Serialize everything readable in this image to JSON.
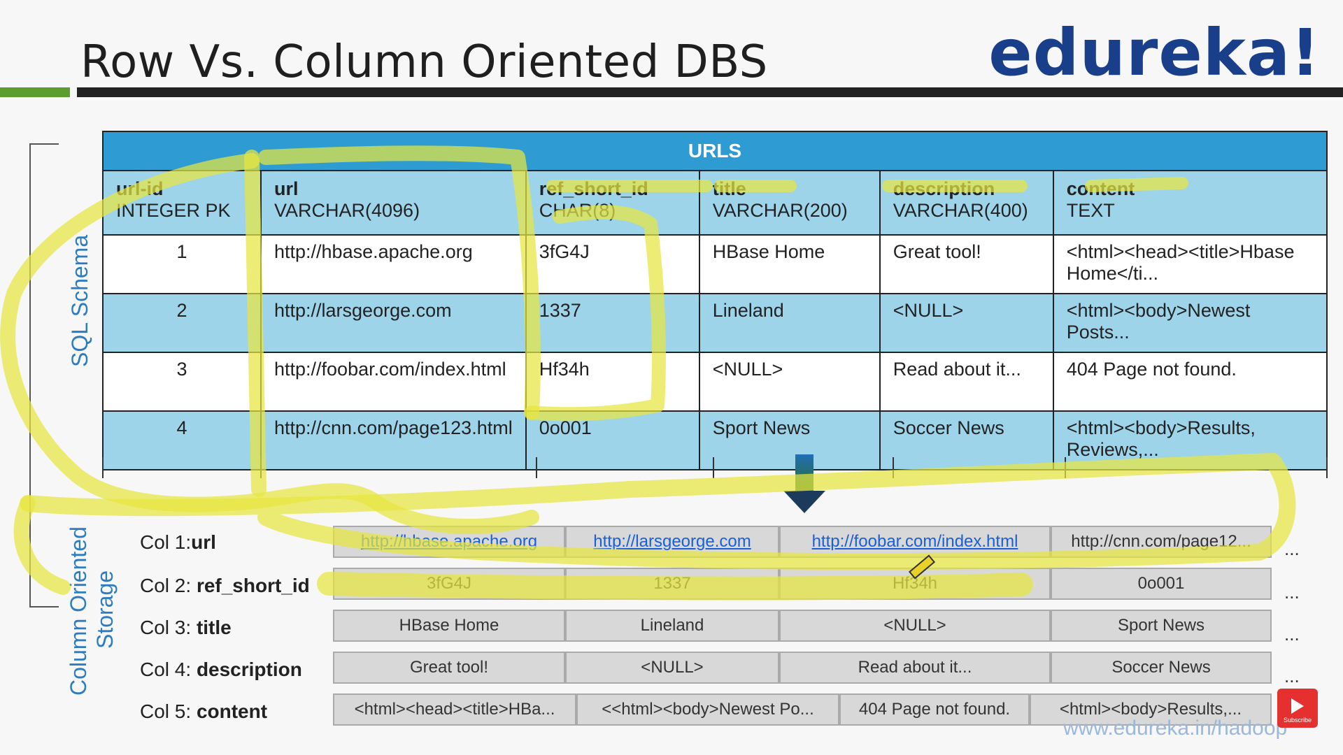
{
  "slide": {
    "title": "Row Vs. Column Oriented DBS",
    "logo": "edureka!"
  },
  "labels": {
    "sql_schema": "SQL Schema",
    "column_storage_1": "Column Oriented",
    "column_storage_2": "Storage"
  },
  "table": {
    "caption": "URLS",
    "headers": [
      {
        "name": "url-id",
        "type": "INTEGER PK"
      },
      {
        "name": "url",
        "type": "VARCHAR(4096)"
      },
      {
        "name": "ref_short_id",
        "type": "CHAR(8)"
      },
      {
        "name": "title",
        "type": "VARCHAR(200)"
      },
      {
        "name": "description",
        "type": "VARCHAR(400)"
      },
      {
        "name": "content",
        "type": "TEXT"
      }
    ],
    "rows": [
      [
        "1",
        "http://hbase.apache.org",
        "3fG4J",
        "HBase Home",
        "Great tool!",
        "<html><head><title>Hbase Home</ti..."
      ],
      [
        "2",
        "http://larsgeorge.com",
        "1337",
        "Lineland",
        "<NULL>",
        "<html><body>Newest Posts..."
      ],
      [
        "3",
        "http://foobar.com/index.html",
        "Hf34h",
        "<NULL>",
        "Read about it...",
        "404 Page not found."
      ],
      [
        "4",
        "http://cnn.com/page123.html",
        "0o001",
        "Sport News",
        "Soccer News",
        "<html><body>Results, Reviews,..."
      ]
    ]
  },
  "columns": [
    {
      "prefix": "Col 1:",
      "name": "url",
      "values": [
        "http://hbase.apache.org",
        "http://larsgeorge.com",
        "http://foobar.com/index.html",
        "http://cnn.com/page12..."
      ],
      "more": "..."
    },
    {
      "prefix": "Col 2: ",
      "name": "ref_short_id",
      "values": [
        "3fG4J",
        "1337",
        "Hf34h",
        "0o001"
      ],
      "more": "..."
    },
    {
      "prefix": "Col 3: ",
      "name": "title",
      "values": [
        "HBase Home",
        "Lineland",
        "<NULL>",
        "Sport News"
      ],
      "more": "..."
    },
    {
      "prefix": "Col 4: ",
      "name": "description",
      "values": [
        "Great tool!",
        "<NULL>",
        "Read about it...",
        "Soccer News"
      ],
      "more": "..."
    },
    {
      "prefix": "Col 5: ",
      "name": "content",
      "values": [
        "<html><head><title>HBa...",
        "<<html><body>Newest Po...",
        "404 Page not found.",
        "<html><body>Results,..."
      ],
      "more": "..."
    }
  ],
  "footer": {
    "watermark_url": "www.edureka.in/hadoop",
    "subscribe": "Subscribe"
  },
  "colors": {
    "header_blue": "#2e9bd3",
    "row_blue": "#9ed4ea",
    "highlight_yellow": "#e6e640",
    "logo_blue": "#1a3f8a"
  }
}
